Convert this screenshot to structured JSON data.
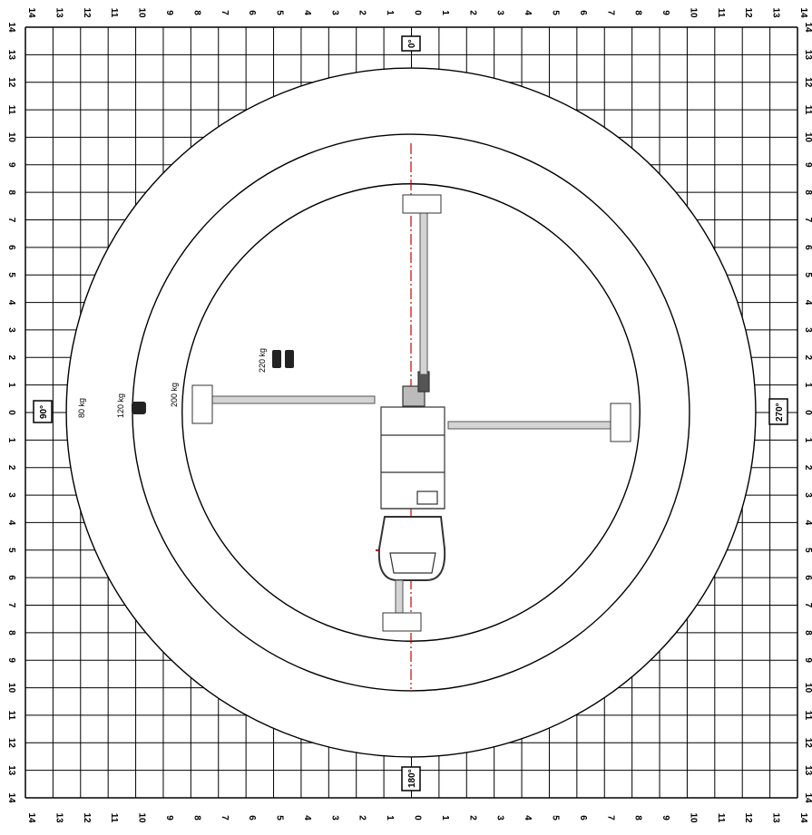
{
  "grid": {
    "top_ticks": [
      "14",
      "13",
      "12",
      "11",
      "10",
      "9",
      "8",
      "7",
      "6",
      "5",
      "4",
      "3",
      "2",
      "1",
      "0",
      "1",
      "2",
      "3",
      "4",
      "5",
      "6",
      "7",
      "8",
      "9",
      "10",
      "11",
      "12",
      "13",
      "14"
    ],
    "bottom_ticks": [
      "14",
      "13",
      "12",
      "11",
      "10",
      "9",
      "8",
      "7",
      "6",
      "5",
      "4",
      "3",
      "2",
      "1",
      "0",
      "1",
      "2",
      "3",
      "4",
      "5",
      "6",
      "7",
      "8",
      "9",
      "10",
      "11",
      "12",
      "13",
      "14"
    ],
    "side_ticks": [
      "14",
      "13",
      "12",
      "11",
      "10",
      "9",
      "8",
      "7",
      "6",
      "5",
      "4",
      "3",
      "2",
      "1",
      "0",
      "1",
      "2",
      "3",
      "4",
      "5",
      "6",
      "7",
      "8",
      "9",
      "10",
      "11",
      "12",
      "13",
      "14"
    ]
  },
  "angles": {
    "top": "0°",
    "left": "90°",
    "bottom": "180°",
    "right": "270°"
  },
  "rings": [
    {
      "label": "80 kg",
      "radius_units": 12.5
    },
    {
      "label": "120 kg",
      "radius_units": 10.1
    },
    {
      "label": "200 kg",
      "radius_units": 8.3
    }
  ],
  "load_marker": {
    "label": "220 kg"
  },
  "colors": {
    "grid": "#000000",
    "axis": "#cc0000",
    "vehicle": "#555555",
    "outrigger": "#7a7a7a"
  }
}
